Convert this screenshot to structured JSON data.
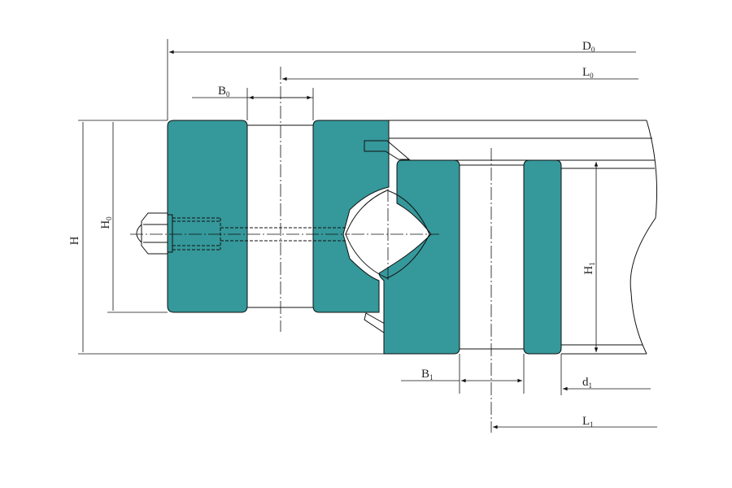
{
  "labels": {
    "D0": {
      "main": "D",
      "sub": "0"
    },
    "L0": {
      "main": "L",
      "sub": "0"
    },
    "B0": {
      "main": "B",
      "sub": "0"
    },
    "H": {
      "main": "H",
      "sub": ""
    },
    "H0": {
      "main": "H",
      "sub": "0"
    },
    "H1": {
      "main": "H",
      "sub": "1"
    },
    "B1": {
      "main": "B",
      "sub": "1"
    },
    "d1": {
      "main": "d",
      "sub": "1"
    },
    "L1": {
      "main": "L",
      "sub": "1"
    }
  },
  "colors": {
    "ring_fill": "#35989a",
    "line": "#111111",
    "background": "#ffffff"
  }
}
